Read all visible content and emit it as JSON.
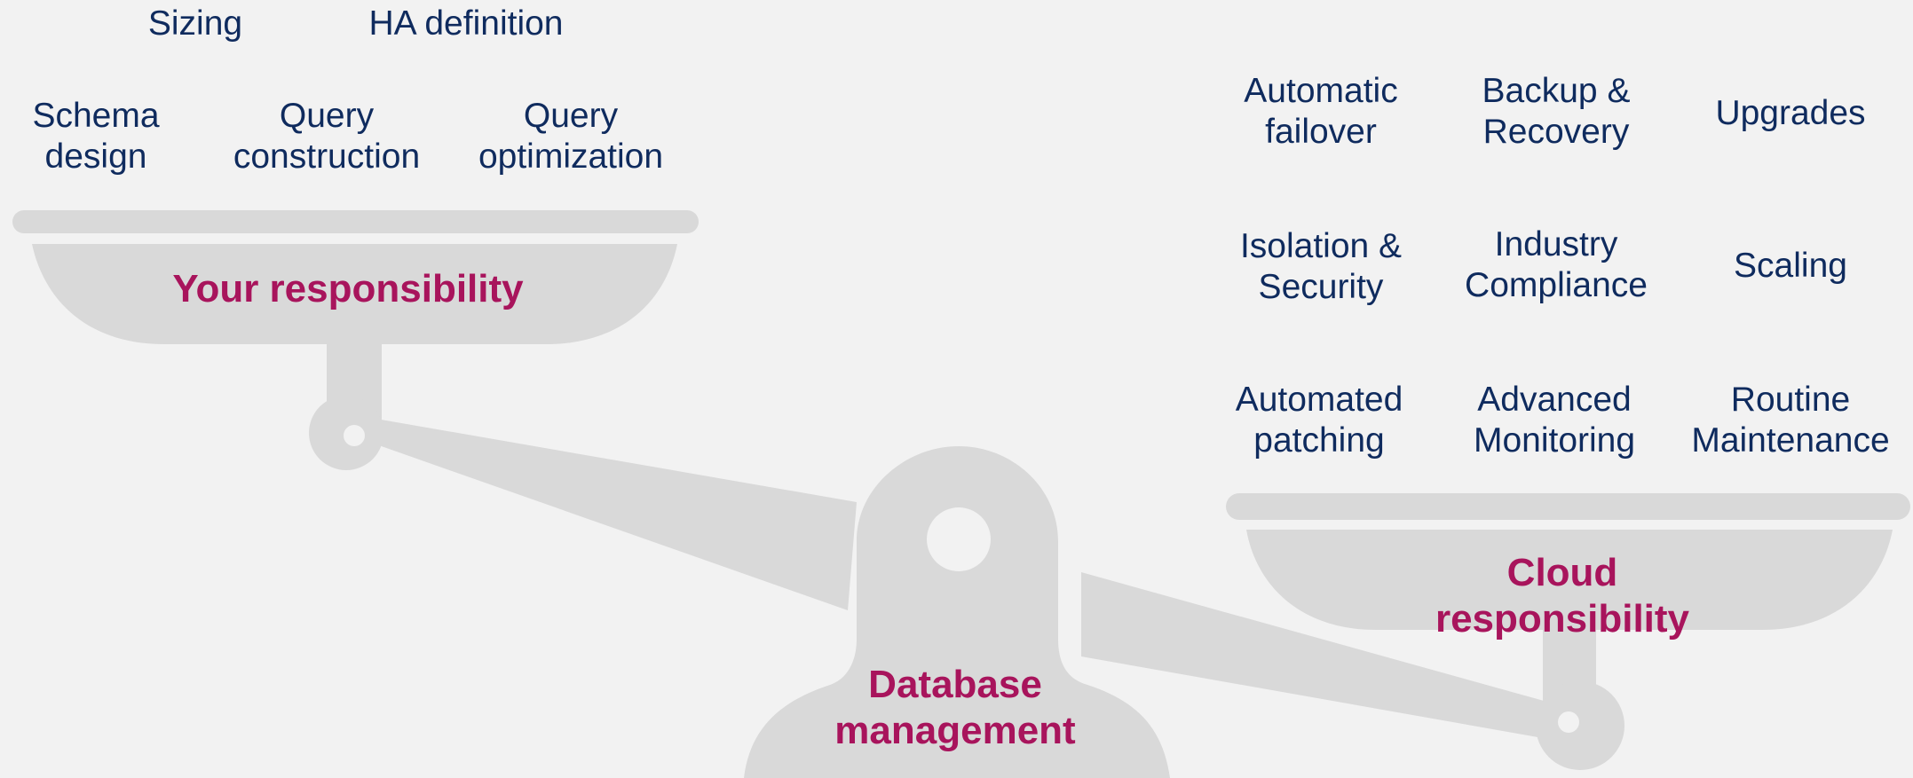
{
  "left_pan": {
    "label": "Your responsibility",
    "tasks": [
      "Sizing",
      "HA definition",
      "Schema\ndesign",
      "Query\nconstruction",
      "Query\noptimization"
    ]
  },
  "right_pan": {
    "label": "Cloud responsibility",
    "tasks": [
      "Automatic\nfailover",
      "Backup &\nRecovery",
      "Upgrades",
      "Isolation &\nSecurity",
      "Industry\nCompliance",
      "Scaling",
      "Automated\npatching",
      "Advanced\nMonitoring",
      "Routine\nMaintenance"
    ]
  },
  "fulcrum": {
    "label": "Database\nmanagement"
  },
  "colors": {
    "task_text": "#0f2b5e",
    "responsibility_text": "#a8145c",
    "scale_fill": "#d9d9d9",
    "background": "#f2f2f2"
  }
}
